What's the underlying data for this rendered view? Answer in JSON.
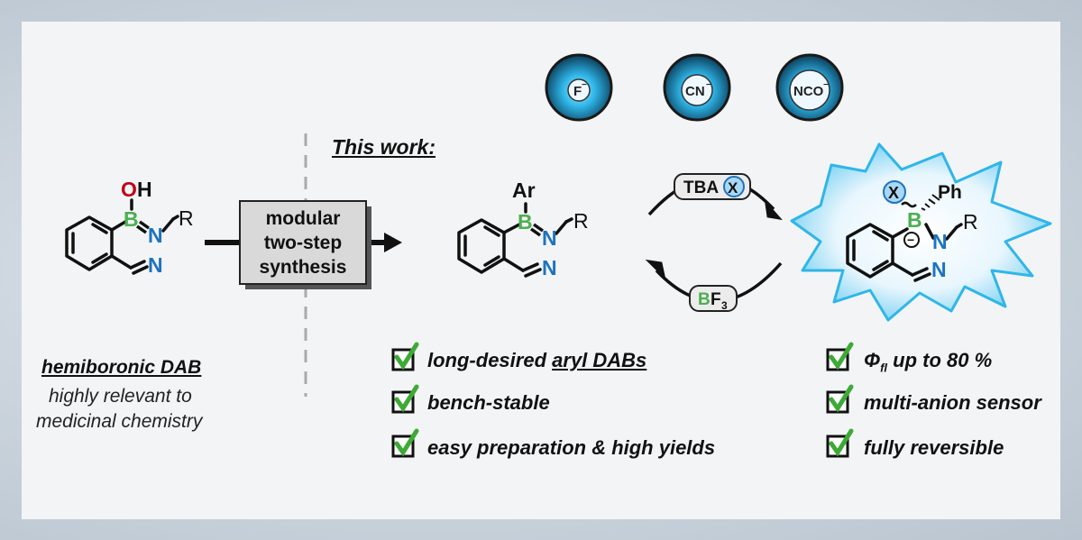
{
  "panel_bg": "#f3f4f5",
  "colors": {
    "boron": "#4caf50",
    "nitrogen": "#1e73be",
    "oxygen": "#c0001a",
    "glow": "#2fb6e8",
    "check": "#3daa35"
  },
  "left": {
    "atoms": {
      "O": "O",
      "H": "H",
      "B": "B",
      "N1": "N",
      "N2": "N",
      "R": "R"
    },
    "title": "hemiboronic DAB",
    "subtitle_line1": "highly relevant to",
    "subtitle_line2": "medicinal chemistry"
  },
  "synthesis_box": {
    "line1": "modular",
    "line2": "two-step",
    "line3": "synthesis"
  },
  "this_work": "This work:",
  "middle": {
    "atoms": {
      "Ar": "Ar",
      "B": "B",
      "N1": "N",
      "N2": "N",
      "R": "R"
    }
  },
  "anion_icons": [
    {
      "icon": "vial-glow-icon",
      "label": "F",
      "charge": "−"
    },
    {
      "icon": "vial-glow-icon",
      "label": "CN",
      "charge": "−"
    },
    {
      "icon": "vial-glow-icon",
      "label": "NCO",
      "charge": "−"
    }
  ],
  "reagents": {
    "top_prefix": "TBA",
    "top_x": "X",
    "bottom_b": "B",
    "bottom_f": "F",
    "bottom_sub": "3"
  },
  "right": {
    "atoms": {
      "X": "X",
      "Ph": "Ph",
      "B": "B",
      "N1": "N",
      "N2": "N",
      "R": "R",
      "minus": "−"
    }
  },
  "features_mid": [
    "long-desired",
    "aryl DABs",
    "bench-stable",
    "easy preparation & high yields"
  ],
  "features_right": {
    "phi": "Φ",
    "phi_sub": "fl",
    "phi_rest": "up to 80 %",
    "item2": "multi-anion sensor",
    "item3": "fully reversible"
  }
}
